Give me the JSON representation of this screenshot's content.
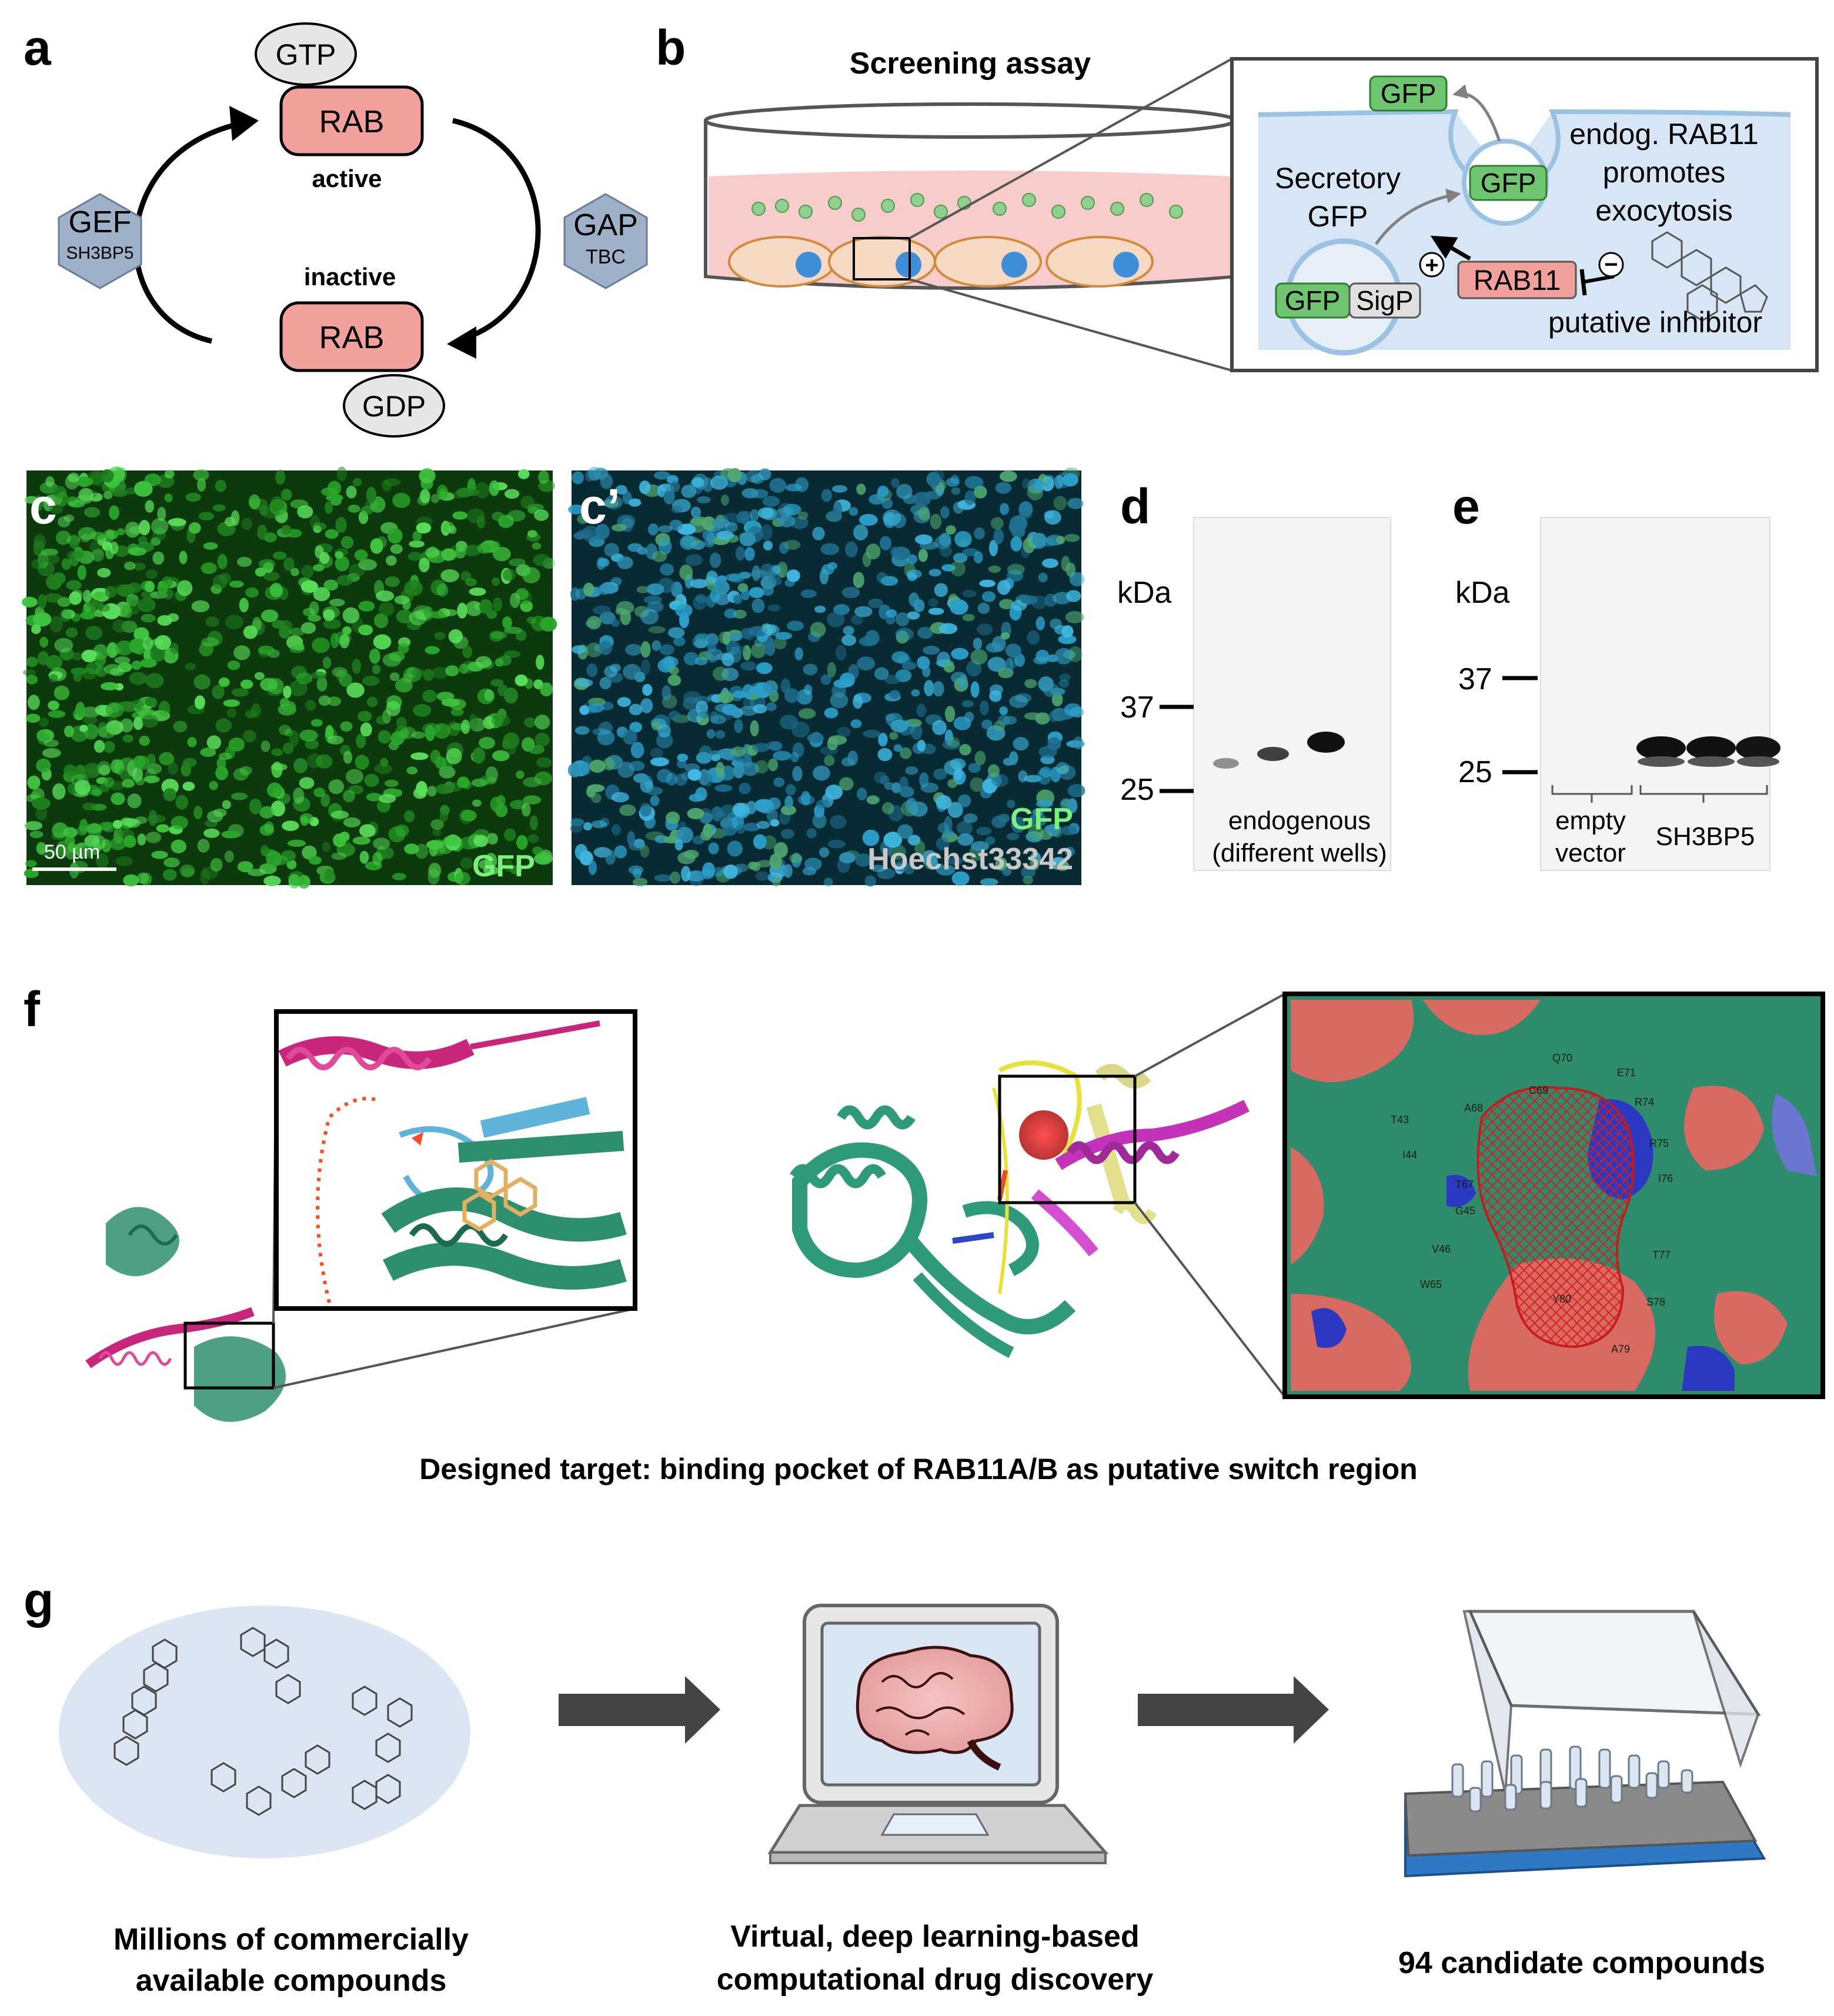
{
  "panels": {
    "a": "a",
    "b": "b",
    "c": "c",
    "c_prime": "c’",
    "d": "d",
    "e": "e",
    "f": "f",
    "g": "g"
  },
  "a": {
    "gtp": "GTP",
    "gdp": "GDP",
    "rab_top": "RAB",
    "rab_bottom": "RAB",
    "active": "active",
    "inactive": "inactive",
    "gef": "GEF",
    "gef_sub": "SH3BP5",
    "gap": "GAP",
    "gap_sub": "TBC"
  },
  "b": {
    "title": "Screening assay",
    "gfp_top": "GFP",
    "gfp_vesicle": "GFP",
    "gfp_bottom": "GFP",
    "sigp": "SigP",
    "rab11": "RAB11",
    "secretory_1": "Secretory",
    "secretory_2": "GFP",
    "endog_1": "endog. RAB11",
    "endog_2": "promotes",
    "endog_3": "exocytosis",
    "inhibitor": "putative inhibitor",
    "plus": "+",
    "minus": "−"
  },
  "c": {
    "scale": "50 µm",
    "gfp_label": "GFP"
  },
  "c_prime": {
    "gfp_label": "GFP",
    "hoechst_label": "Hoechst33342"
  },
  "d": {
    "kda": "kDa",
    "marker_37": "37",
    "marker_25": "25",
    "caption_1": "endogenous",
    "caption_2": "(different wells)"
  },
  "e": {
    "kda": "kDa",
    "marker_37": "37",
    "marker_25": "25",
    "group_1_a": "empty",
    "group_1_b": "vector",
    "group_2": "SH3BP5"
  },
  "f": {
    "caption": "Designed target: binding pocket of RAB11A/B as putative switch region",
    "residues": [
      "Q70",
      "E71",
      "R74",
      "R75",
      "C69",
      "A68",
      "T43",
      "I44",
      "T67",
      "I76",
      "G45",
      "V46",
      "T77",
      "W65",
      "Y80",
      "S78",
      "A79"
    ]
  },
  "g": {
    "left_1": "Millions  of commercially",
    "left_2": "available compounds",
    "mid_1": "Virtual,  deep learning-based",
    "mid_2": "computational drug discovery",
    "right": "94 candidate compounds"
  },
  "colors": {
    "rab_fill": "#f2a09c",
    "gfp_green": "#6fc46f",
    "gef_gap_blue": "#9fb1c9",
    "teal": "#2e8f6f",
    "magenta": "#c8267a",
    "blot_bg": "#f4f4f4",
    "dish_pink": "#f9cccc",
    "inset_bg": "#cfe0f0",
    "arrow_gray": "#444444",
    "tray_blue": "#2f78c4"
  }
}
